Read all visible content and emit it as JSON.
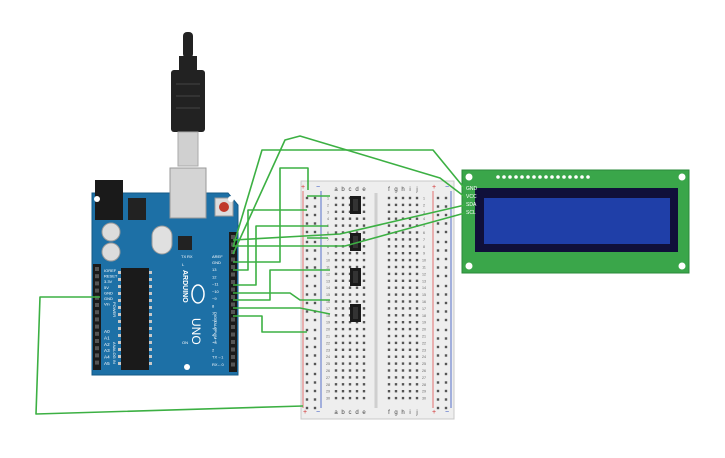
{
  "arduino": {
    "brand": "ARDUINO",
    "model": "UNO",
    "left_pin_labels": [
      "IOREF",
      "RESET",
      "3.3V",
      "5V",
      "GND",
      "GND",
      "Vin"
    ],
    "power_label": "POWER",
    "analog_pin_labels": [
      "A0",
      "A1",
      "A2",
      "A3",
      "A4",
      "A5"
    ],
    "analog_label": "ANALOG IN",
    "aref_label": "AREF",
    "gnd_label": "GND",
    "digital_pin_labels": [
      "13",
      "12",
      "~11",
      "~10",
      "~9",
      "8",
      "7",
      "~6",
      "~5",
      "4",
      "~3",
      "2",
      "TX→1",
      "RX←0"
    ],
    "digital_label": "DIGITAL (PWM~)",
    "led_labels": [
      "TX",
      "RX"
    ],
    "l_label": "L",
    "on_label": "ON"
  },
  "breadboard": {
    "column_letters": [
      "a",
      "b",
      "c",
      "d",
      "e",
      "f",
      "g",
      "h",
      "i",
      "j"
    ],
    "row_count": 30,
    "plus_label": "+",
    "minus_label": "−"
  },
  "lcd": {
    "pin_labels": [
      "GND",
      "VCC",
      "SDA",
      "SCL"
    ],
    "colors": {
      "board": "#3aa64a",
      "screen": "#1f3fa8",
      "bezel": "#10103a"
    }
  },
  "buttons_count": 4,
  "colors": {
    "arduino": "#1f6ea3",
    "wire": "#3cb043",
    "usb": "#222222"
  }
}
